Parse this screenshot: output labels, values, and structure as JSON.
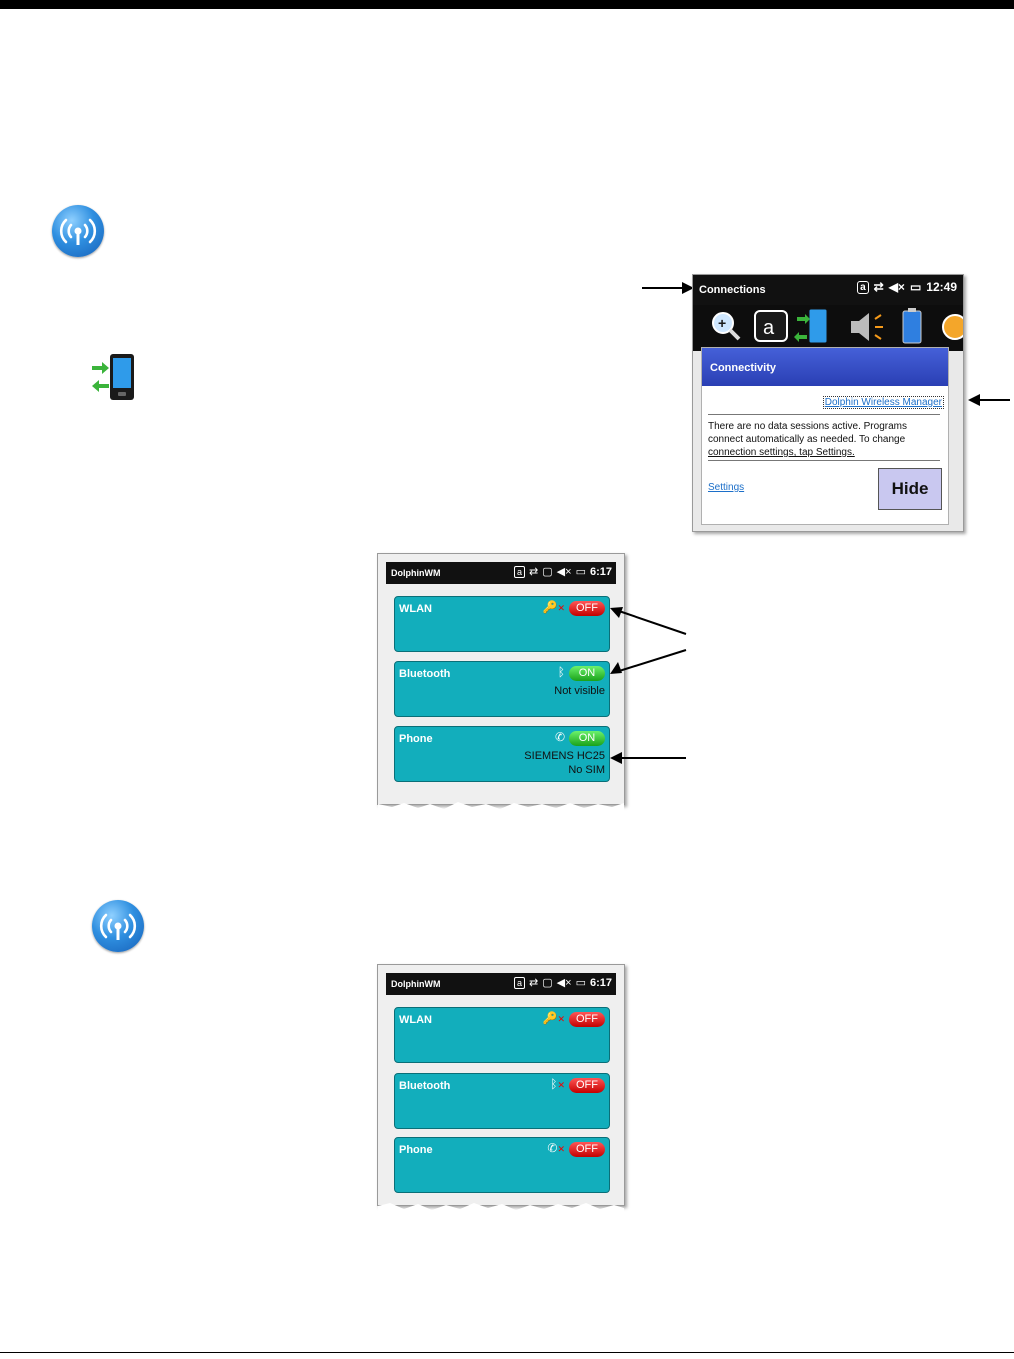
{
  "connections": {
    "title": "Connections",
    "time": "12:49",
    "tray_icons": [
      "zoom-icon",
      "a-icon",
      "connectivity-icon",
      "speaker-icon",
      "battery-icon",
      "power-icon"
    ],
    "panel_title": "Connectivity",
    "link": "Dolphin Wireless Manager",
    "message_line1": "There are no data sessions active. Programs",
    "message_line2": "connect automatically as needed. To change",
    "message_line3": "connection settings, tap Settings.",
    "settings_link": "Settings",
    "hide_button": "Hide"
  },
  "wm1": {
    "title": "DolphinWM",
    "time": "6:17",
    "cards": [
      {
        "label": "WLAN",
        "state": "OFF",
        "sub1": "",
        "sub2": ""
      },
      {
        "label": "Bluetooth",
        "state": "ON",
        "sub1": "Not visible",
        "sub2": ""
      },
      {
        "label": "Phone",
        "state": "ON",
        "sub1": "SIEMENS HC25",
        "sub2": "No SIM"
      }
    ]
  },
  "wm2": {
    "title": "DolphinWM",
    "time": "6:17",
    "cards": [
      {
        "label": "WLAN",
        "state": "OFF"
      },
      {
        "label": "Bluetooth",
        "state": "OFF"
      },
      {
        "label": "Phone",
        "state": "OFF"
      }
    ]
  },
  "colors": {
    "card": "#12aebc",
    "on": "#1aa21a",
    "off": "#c40000",
    "connectivity_header": "#2a3fb4"
  }
}
